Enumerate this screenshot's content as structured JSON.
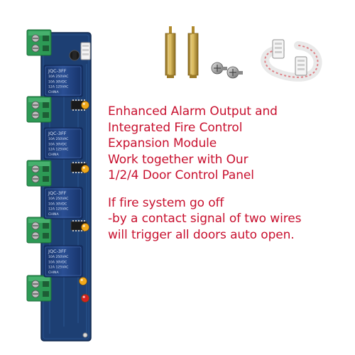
{
  "product_image": {
    "board_color": "#1d3f73",
    "terminal_color": "#2d9a55",
    "relay_color": "#1f3e7c",
    "led_colors": [
      "#f0a81a",
      "#d62020"
    ],
    "standoff_color": "#c9a23f",
    "cable_stripe_color": "#e46a70",
    "relay_label": [
      "JQC-3FF",
      "10A 250VAC",
      "10A 30VDC",
      "12A 125VAC",
      "CHINA"
    ]
  },
  "caption": {
    "color": "#c8102e",
    "block1": [
      "Enhanced Alarm Output and",
      "Integrated Fire Control",
      "Expansion Module",
      "Work together with Our",
      "1/2/4 Door Control Panel"
    ],
    "block2": [
      "If fire system go off",
      "-by a contact signal of two wires",
      "will trigger all doors auto open."
    ]
  }
}
